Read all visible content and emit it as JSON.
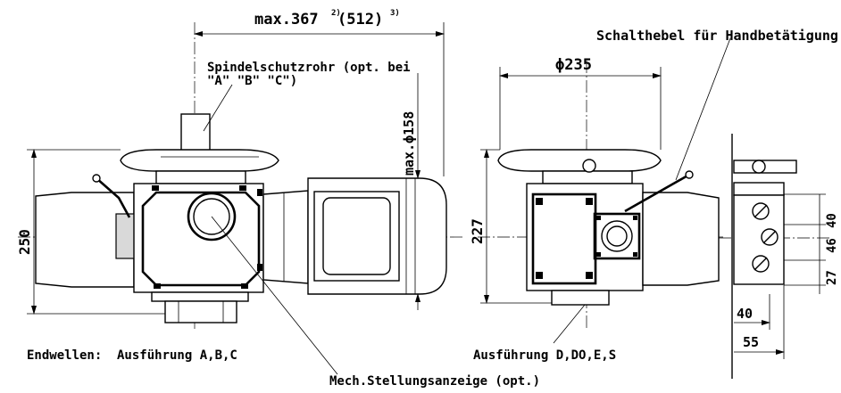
{
  "labels": {
    "max_length": "max.367",
    "footnote_2": "2)",
    "alt_length": "(512)",
    "footnote_3": "3)",
    "handwheel_lever": "Schalthebel für Handbetätigung",
    "spindle_tube_line1": "Spindelschutzrohr (opt. bei",
    "spindle_tube_line2": "\"A\" \"B\" \"C\")",
    "motor_diameter": "max.ϕ158",
    "height_left": "250",
    "wheel_diameter": "ϕ235",
    "height_mid": "227",
    "dim_40_right": "40",
    "dim_46": "46",
    "dim_27": "27",
    "dim_40_bottom": "40",
    "dim_55": "55",
    "endwellen": "Endwellen:",
    "variant_abc": "Ausführung A,B,C",
    "variant_d": "Ausführung D,DO,E,S",
    "indicator": "Mech.Stellungsanzeige (opt.)"
  }
}
